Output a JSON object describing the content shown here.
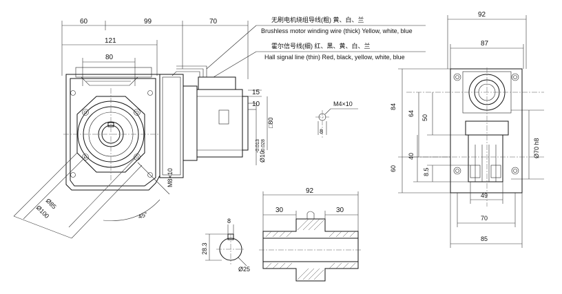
{
  "wire_notes": {
    "power_cn": "无刷电机绕组导线(粗) 黄、白、兰",
    "power_en": "Brushless motor winding wire (thick) Yellow, white, blue",
    "hall_cn": "霍尔信号线(细) 红、黑、黄、白、兰",
    "hall_en": "Hall signal line (thin) Red, black, yellow, white, blue"
  },
  "front_view": {
    "dim_60": "60",
    "dim_99": "99",
    "dim_70": "70",
    "dim_121": "121",
    "dim_80": "80",
    "dim_15": "15",
    "dim_10": "10",
    "dim_square_80": "□80",
    "dim_shaft": "Ø10",
    "tol_upper": "-0.013",
    "tol_lower": "-0.028",
    "dim_m8": "M8×10",
    "dim_phi85": "Ø85",
    "dim_phi100": "Ø100",
    "dim_angle": "45°"
  },
  "key_detail": {
    "thread": "M4×10",
    "width": "8"
  },
  "side_view": {
    "dim_92": "92",
    "dim_87": "87",
    "dim_84": "84",
    "dim_64": "64",
    "dim_50": "50",
    "dim_60": "60",
    "dim_40": "40",
    "dim_8_5": "8.5",
    "dim_phi70": "Ø70 h8",
    "dim_49": "49",
    "dim_70": "70",
    "dim_85": "85"
  },
  "shaft_view": {
    "dim_92": "92",
    "dim_30_left": "30",
    "dim_30_right": "30",
    "dim_8": "8",
    "dim_28_3": "28.3",
    "dim_phi25": "Ø25"
  }
}
